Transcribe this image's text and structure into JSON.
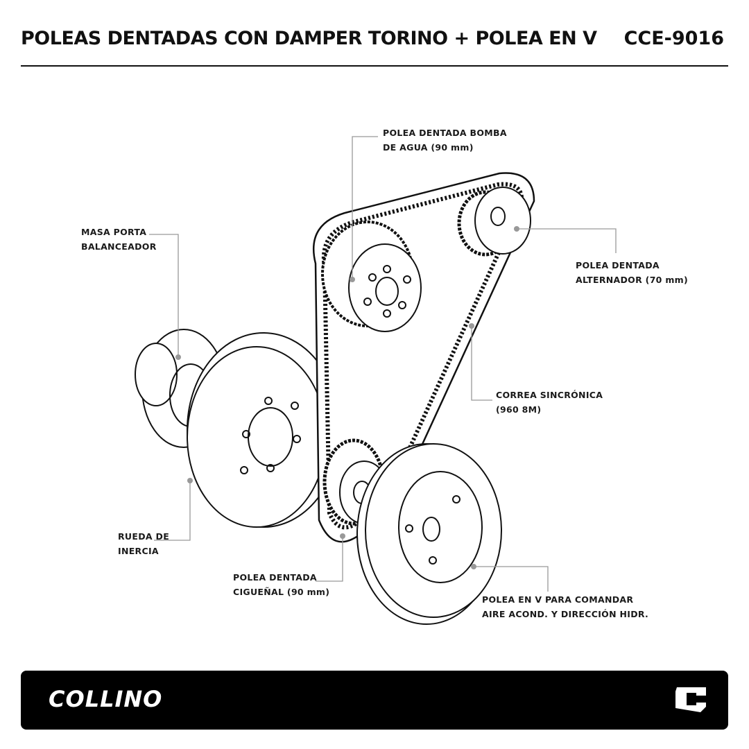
{
  "header": {
    "title": "POLEAS DENTADAS CON DAMPER TORINO + POLEA EN V",
    "code": "CCE-9016"
  },
  "labels": {
    "water_pump": [
      "POLEA DENTADA BOMBA",
      "DE AGUA (90 mm)"
    ],
    "hub": [
      "MASA PORTA",
      "BALANCEADOR"
    ],
    "alternator": [
      "POLEA DENTADA",
      "ALTERNADOR (70 mm)"
    ],
    "belt": [
      "CORREA SINCRÓNICA",
      "(960 8M)"
    ],
    "flywheel": [
      "RUEDA DE",
      "INERCIA"
    ],
    "crank": [
      "POLEA DENTADA",
      "CIGUEÑAL (90 mm)"
    ],
    "v_pulley": [
      "POLEA EN V PARA COMANDAR",
      "AIRE ACOND. Y DIRECCIÓN HIDR."
    ]
  },
  "footer": {
    "brand": "COLLINO",
    "logo_letter": "C"
  },
  "colors": {
    "ink": "#111111",
    "leader": "#999999",
    "footer_bg": "#000000"
  }
}
